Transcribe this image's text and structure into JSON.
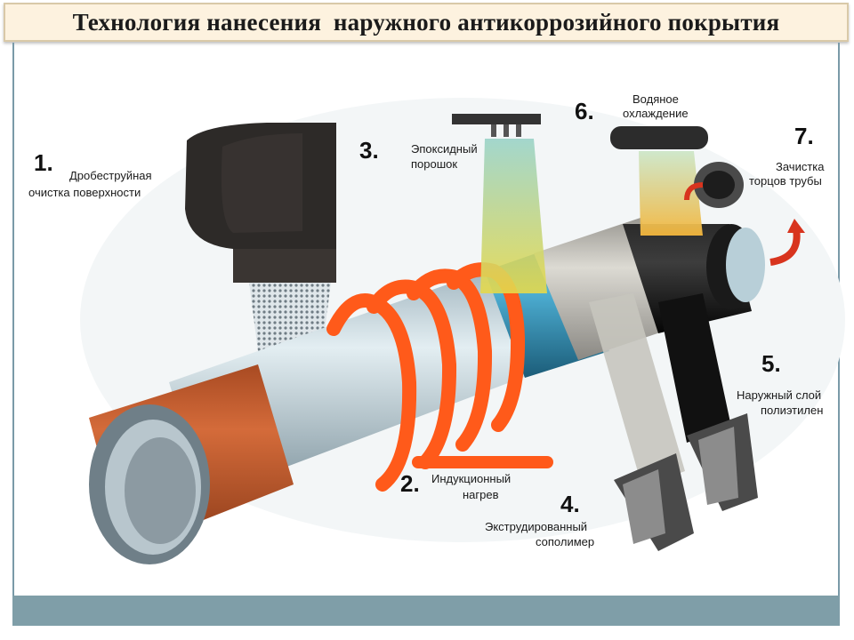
{
  "title": "Технология нанесения  наружного антикоррозийного покрытия",
  "steps": [
    {
      "number": "1.",
      "line1": "Дробеструйная",
      "line2": "очистка поверхности"
    },
    {
      "number": "2.",
      "line1": "Индукционный",
      "line2": "нагрев"
    },
    {
      "number": "3.",
      "line1": "Эпоксидный",
      "line2": "порошок"
    },
    {
      "number": "4.",
      "line1": "Экструдированный",
      "line2": "сополимер"
    },
    {
      "number": "5.",
      "line1": "Наружный слой",
      "line2": "полиэтилен"
    },
    {
      "number": "6.",
      "line1": "Водяное",
      "line2": "охлаждение"
    },
    {
      "number": "7.",
      "line1": "Зачистка",
      "line2": "торцов трубы"
    }
  ],
  "colors": {
    "title_background": "#fdf2df",
    "footer_bar": "#7f9ea8",
    "rust": "#c25a2c",
    "steel": "#b9cdd6",
    "induction_coil": "#ff5a1a",
    "epoxy": "#2f8fb5",
    "copolymer": "#c9c7c0",
    "polyethylene": "#111111"
  }
}
